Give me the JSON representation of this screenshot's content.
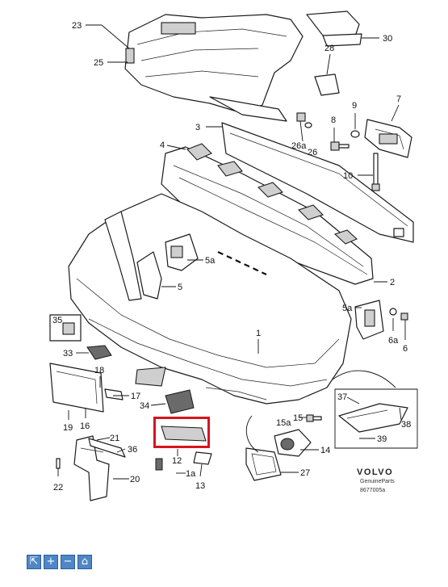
{
  "diagram": {
    "callouts": {
      "c1": "1",
      "c2": "2",
      "c3": "3",
      "c4": "4",
      "c5": "5",
      "c5a_top": "5a",
      "c5a_right": "5a",
      "c6": "6",
      "c6a": "6a",
      "c7": "7",
      "c8": "8",
      "c9": "9",
      "c10": "10",
      "c12": "12",
      "c13": "13",
      "c14": "14",
      "c15": "15",
      "c15a": "15a",
      "c16": "16",
      "c17": "17",
      "c18": "18",
      "c19": "19",
      "c20": "20",
      "c21": "21",
      "c22": "22",
      "c23": "23",
      "c25": "25",
      "c26": "26",
      "c26a": "26a",
      "c27": "27",
      "c28": "28",
      "c30": "30",
      "c33": "33",
      "c34": "34",
      "c35": "35",
      "c36": "36",
      "c37": "37",
      "c38": "38",
      "c39": "39",
      "c1a": "1a"
    },
    "brand": "VOLVO",
    "genuine_parts": "GenuineParts",
    "figure_code": "8677005a",
    "highlight_color": "#d6141f"
  },
  "toolbar": {
    "buttons": [
      {
        "icon": "pointer-icon",
        "label": "⇱"
      },
      {
        "icon": "zoom-in-icon",
        "label": "+"
      },
      {
        "icon": "zoom-out-icon",
        "label": "−"
      },
      {
        "icon": "home-icon",
        "label": "⌂"
      }
    ]
  }
}
